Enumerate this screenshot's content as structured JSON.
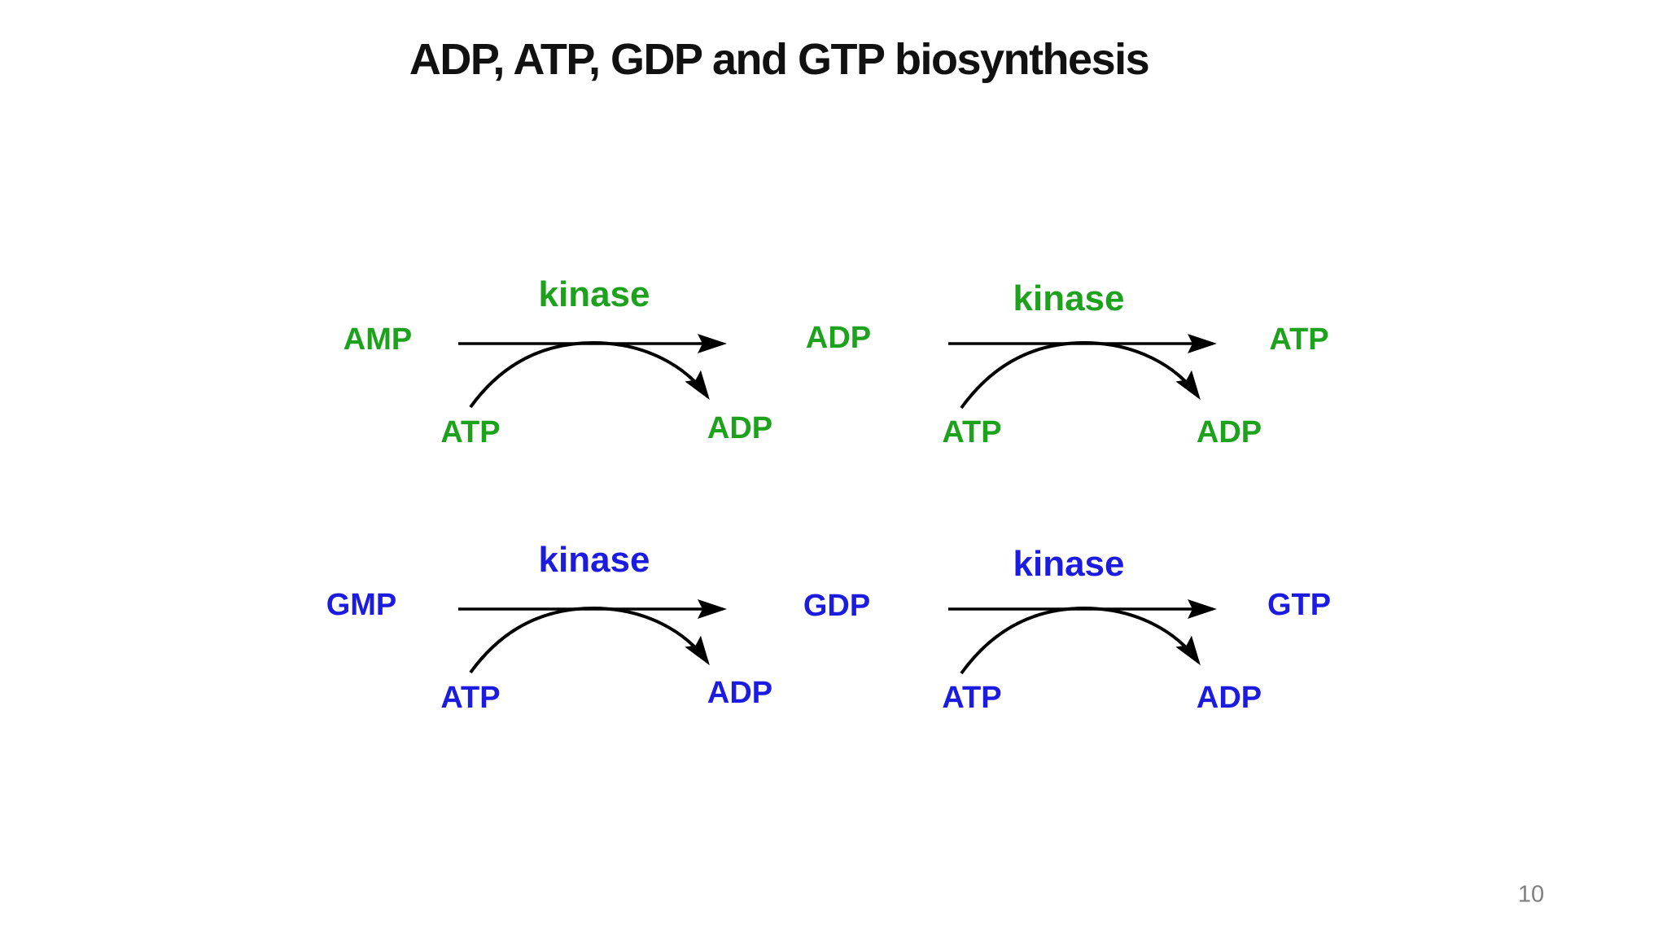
{
  "slide": {
    "title": "ADP, ATP, GDP and GTP biosynthesis",
    "page_number": "10"
  },
  "colors": {
    "adenine_green": "#1ea21e",
    "guanine_blue": "#1c1ce0",
    "arrow_black": "#000000",
    "page_gray": "#7f7f7f"
  },
  "rows": [
    {
      "series": "adenine-nucleotides",
      "color_key": "adenine_green",
      "nodes": [
        "AMP",
        "ADP",
        "ATP"
      ],
      "steps": [
        {
          "enzyme": "kinase",
          "cosubstrate": "ATP",
          "coproduct": "ADP"
        },
        {
          "enzyme": "kinase",
          "cosubstrate": "ATP",
          "coproduct": "ADP"
        }
      ]
    },
    {
      "series": "guanine-nucleotides",
      "color_key": "guanine_blue",
      "nodes": [
        "GMP",
        "GDP",
        "GTP"
      ],
      "steps": [
        {
          "enzyme": "kinase",
          "cosubstrate": "ATP",
          "coproduct": "ADP"
        },
        {
          "enzyme": "kinase",
          "cosubstrate": "ATP",
          "coproduct": "ADP"
        }
      ]
    }
  ]
}
